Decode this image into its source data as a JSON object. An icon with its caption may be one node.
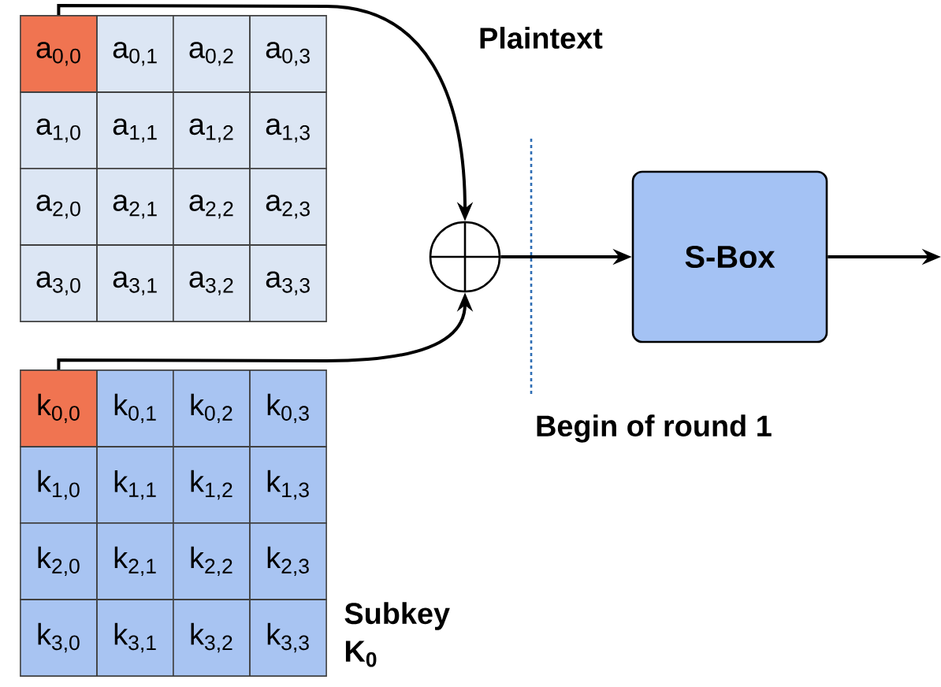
{
  "diagram": {
    "nodes": [
      {
        "text": [
          "a$_{0,0}$"
        ]
      },
      {
        "text": [
          "a$_{0,1}$"
        ]
      },
      {
        "text": [
          "a$_{0,2}$"
        ]
      },
      {
        "text": [
          "a$_{0,3}$"
        ]
      },
      {
        "text": [
          "a$_{1,0}$"
        ]
      },
      {
        "text": [
          "a$_{1,1}$"
        ]
      },
      {
        "text": [
          "a$_{1,2}$"
        ]
      },
      {
        "text": [
          "a$_{1,3}$"
        ]
      },
      {
        "text": [
          "a$_{2,0}$"
        ]
      },
      {
        "text": [
          "a$_{2,1}$"
        ]
      },
      {
        "text": [
          "a$_{2,2}$"
        ]
      },
      {
        "text": [
          "a$_{2,3}$"
        ]
      },
      {
        "text": [
          "a$_{3,0}$"
        ]
      },
      {
        "text": [
          "a$_{3,1}$"
        ]
      },
      {
        "text": [
          "a$_{3,2}$"
        ]
      },
      {
        "text": [
          "a$_{3,3}$"
        ]
      },
      {
        "text": [
          "k$_{0,0}$"
        ]
      },
      {
        "text": [
          "k$_{0,1}$"
        ]
      },
      {
        "text": [
          "k$_{0,2}$"
        ]
      },
      {
        "text": [
          "k$_{0,3}$"
        ]
      },
      {
        "text": [
          "k$_{1,0}$"
        ]
      },
      {
        "text": [
          "k$_{1,1}$"
        ]
      },
      {
        "text": [
          "k$_{1,2}$"
        ]
      },
      {
        "text": [
          "k$_{1,3}$"
        ]
      },
      {
        "text": [
          "k$_{2,0}$"
        ]
      },
      {
        "text": [
          "k$_{2,1}$"
        ]
      },
      {
        "text": [
          "k$_{2,2}$"
        ]
      },
      {
        "text": [
          "k$_{2,3}$"
        ]
      },
      {
        "text": [
          "k$_{3,0}$"
        ]
      },
      {
        "text": [
          "k$_{3,1}$"
        ]
      },
      {
        "text": [
          "k$_{3,2}$"
        ]
      },
      {
        "text": [
          "k$_{3,3}$"
        ]
      },
      {
        "text": [],
        "shape": "circle"
      },
      {
        "text": [
          "S-Box"
        ]
      }
    ],
    "edges": [
      {
        "from": 0,
        "to": 32,
        "arrow": "to"
      },
      {
        "from": 16,
        "to": 32,
        "arrow": "to"
      },
      {
        "from": 32,
        "to": 33,
        "arrow": "to"
      },
      {
        "from": 33,
        "to": null,
        "arrow": "to"
      }
    ],
    "labels": [
      "Plaintext",
      "Begin of round 1",
      "Subkey K$_{0}$"
    ]
  }
}
